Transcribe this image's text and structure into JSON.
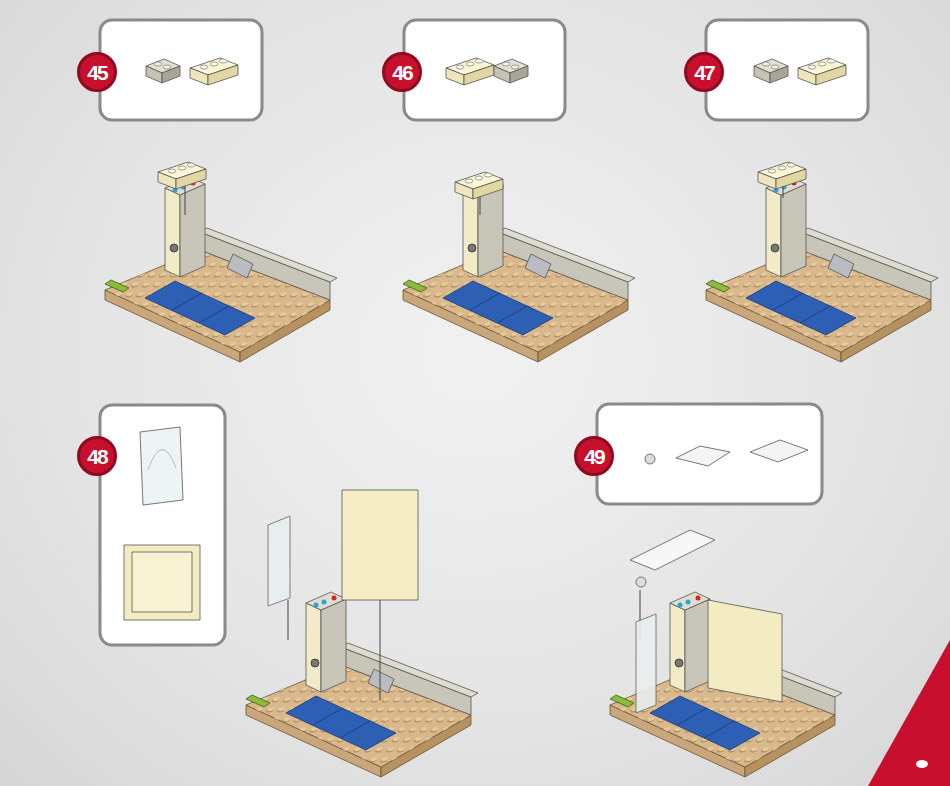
{
  "diagram": {
    "nodes": [
      {
        "text": [
          "45"
        ]
      },
      {
        "text": [
          "46"
        ]
      },
      {
        "text": [
          "47"
        ]
      },
      {
        "text": [
          "48"
        ]
      },
      {
        "text": [
          "49"
        ]
      }
    ]
  }
}
